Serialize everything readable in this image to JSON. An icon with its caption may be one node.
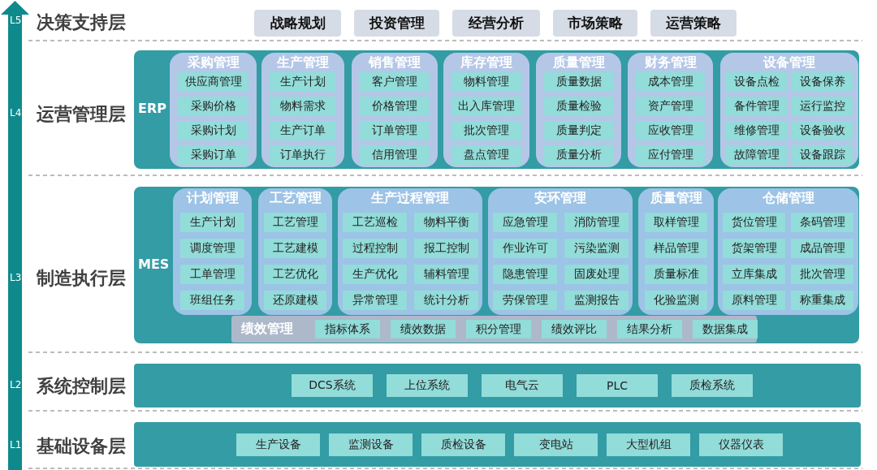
{
  "diagram": {
    "nodes": [
      {
        "text": [
          "战略规划"
        ]
      },
      {
        "text": [
          "投资管理"
        ]
      },
      {
        "text": [
          "经营分析"
        ]
      },
      {
        "text": [
          "市场策略"
        ]
      },
      {
        "text": [
          "运营策略"
        ]
      },
      {
        "text": [
          "ERP"
        ]
      },
      {
        "text": [
          "采购管理"
        ],
        "in": 5
      },
      {
        "text": [
          "供应商管理"
        ],
        "in": 6
      },
      {
        "text": [
          "采购价格"
        ],
        "in": 6
      },
      {
        "text": [
          "采购计划"
        ],
        "in": 6
      },
      {
        "text": [
          "采购订单"
        ],
        "in": 6
      },
      {
        "text": [
          "生产管理"
        ],
        "in": 5
      },
      {
        "text": [
          "生产计划"
        ],
        "in": 11
      },
      {
        "text": [
          "物料需求"
        ],
        "in": 11
      },
      {
        "text": [
          "生产订单"
        ],
        "in": 11
      },
      {
        "text": [
          "订单执行"
        ],
        "in": 11
      },
      {
        "text": [
          "销售管理"
        ],
        "in": 5
      },
      {
        "text": [
          "客户管理"
        ],
        "in": 16
      },
      {
        "text": [
          "价格管理"
        ],
        "in": 16
      },
      {
        "text": [
          "订单管理"
        ],
        "in": 16
      },
      {
        "text": [
          "信用管理"
        ],
        "in": 16
      },
      {
        "text": [
          "库存管理"
        ],
        "in": 5
      },
      {
        "text": [
          "物料管理"
        ],
        "in": 21
      },
      {
        "text": [
          "出入库管理"
        ],
        "in": 21
      },
      {
        "text": [
          "批次管理"
        ],
        "in": 21
      },
      {
        "text": [
          "盘点管理"
        ],
        "in": 21
      },
      {
        "text": [
          "质量管理"
        ],
        "in": 5
      },
      {
        "text": [
          "质量数据"
        ],
        "in": 26
      },
      {
        "text": [
          "质量检验"
        ],
        "in": 26
      },
      {
        "text": [
          "质量判定"
        ],
        "in": 26
      },
      {
        "text": [
          "质量分析"
        ],
        "in": 26
      },
      {
        "text": [
          "财务管理"
        ],
        "in": 5
      },
      {
        "text": [
          "成本管理"
        ],
        "in": 31
      },
      {
        "text": [
          "资产管理"
        ],
        "in": 31
      },
      {
        "text": [
          "应收管理"
        ],
        "in": 31
      },
      {
        "text": [
          "应付管理"
        ],
        "in": 31
      },
      {
        "text": [
          "设备管理"
        ],
        "in": 5
      },
      {
        "text": [
          "设备点检"
        ],
        "in": 36
      },
      {
        "text": [
          "设备保养"
        ],
        "in": 36
      },
      {
        "text": [
          "备件管理"
        ],
        "in": 36
      },
      {
        "text": [
          "运行监控"
        ],
        "in": 36
      },
      {
        "text": [
          "维修管理"
        ],
        "in": 36
      },
      {
        "text": [
          "设备验收"
        ],
        "in": 36
      },
      {
        "text": [
          "故障管理"
        ],
        "in": 36
      },
      {
        "text": [
          "设备跟踪"
        ],
        "in": 36
      },
      {
        "text": [
          "MES"
        ]
      },
      {
        "text": [
          "计划管理"
        ],
        "in": 45
      },
      {
        "text": [
          "生产计划"
        ],
        "in": 46
      },
      {
        "text": [
          "调度管理"
        ],
        "in": 46
      },
      {
        "text": [
          "工单管理"
        ],
        "in": 46
      },
      {
        "text": [
          "班组任务"
        ],
        "in": 46
      },
      {
        "text": [
          "工艺管理"
        ],
        "in": 45
      },
      {
        "text": [
          "工艺管理"
        ],
        "in": 51
      },
      {
        "text": [
          "工艺建模"
        ],
        "in": 51
      },
      {
        "text": [
          "工艺优化"
        ],
        "in": 51
      },
      {
        "text": [
          "还原建模"
        ],
        "in": 51
      },
      {
        "text": [
          "生产过程管理"
        ],
        "in": 45
      },
      {
        "text": [
          "工艺巡检"
        ],
        "in": 56
      },
      {
        "text": [
          "物料平衡"
        ],
        "in": 56
      },
      {
        "text": [
          "过程控制"
        ],
        "in": 56
      },
      {
        "text": [
          "报工控制"
        ],
        "in": 56
      },
      {
        "text": [
          "生产优化"
        ],
        "in": 56
      },
      {
        "text": [
          "辅料管理"
        ],
        "in": 56
      },
      {
        "text": [
          "异常管理"
        ],
        "in": 56
      },
      {
        "text": [
          "统计分析"
        ],
        "in": 56
      },
      {
        "text": [
          "安环管理"
        ],
        "in": 45
      },
      {
        "text": [
          "应急管理"
        ],
        "in": 65
      },
      {
        "text": [
          "消防管理"
        ],
        "in": 65
      },
      {
        "text": [
          "作业许可"
        ],
        "in": 65
      },
      {
        "text": [
          "污染监测"
        ],
        "in": 65
      },
      {
        "text": [
          "隐患管理"
        ],
        "in": 65
      },
      {
        "text": [
          "固废处理"
        ],
        "in": 65
      },
      {
        "text": [
          "劳保管理"
        ],
        "in": 65
      },
      {
        "text": [
          "监测报告"
        ],
        "in": 65
      },
      {
        "text": [
          "质量管理"
        ],
        "in": 45
      },
      {
        "text": [
          "取样管理"
        ],
        "in": 74
      },
      {
        "text": [
          "样品管理"
        ],
        "in": 74
      },
      {
        "text": [
          "质量标准"
        ],
        "in": 74
      },
      {
        "text": [
          "化验监测"
        ],
        "in": 74
      },
      {
        "text": [
          "仓储管理"
        ],
        "in": 45
      },
      {
        "text": [
          "货位管理"
        ],
        "in": 79
      },
      {
        "text": [
          "条码管理"
        ],
        "in": 79
      },
      {
        "text": [
          "货架管理"
        ],
        "in": 79
      },
      {
        "text": [
          "成品管理"
        ],
        "in": 79
      },
      {
        "text": [
          "立库集成"
        ],
        "in": 79
      },
      {
        "text": [
          "批次管理"
        ],
        "in": 79
      },
      {
        "text": [
          "原料管理"
        ],
        "in": 79
      },
      {
        "text": [
          "称重集成"
        ],
        "in": 79
      },
      {
        "text": [
          "绩效管理"
        ],
        "in": 45
      },
      {
        "text": [
          "指标体系"
        ],
        "in": 88
      },
      {
        "text": [
          "绩效数据"
        ],
        "in": 88
      },
      {
        "text": [
          "积分管理"
        ],
        "in": 88
      },
      {
        "text": [
          "绩效评比"
        ],
        "in": 88
      },
      {
        "text": [
          "结果分析"
        ],
        "in": 88
      },
      {
        "text": [
          "数据集成"
        ],
        "in": 88
      },
      {
        "text": [],
        "shape": "box"
      },
      {
        "text": [
          "DCS系统"
        ],
        "in": 95
      },
      {
        "text": [
          "上位系统"
        ],
        "in": 95
      },
      {
        "text": [
          "电气云"
        ],
        "in": 95
      },
      {
        "text": [
          "PLC"
        ],
        "in": 95
      },
      {
        "text": [
          "质检系统"
        ],
        "in": 95
      },
      {
        "text": [],
        "shape": "box"
      },
      {
        "text": [
          "生产设备"
        ],
        "in": 101
      },
      {
        "text": [
          "监测设备"
        ],
        "in": 101
      },
      {
        "text": [
          "质检设备"
        ],
        "in": 101
      },
      {
        "text": [
          "变电站"
        ],
        "in": 101
      },
      {
        "text": [
          "大型机组"
        ],
        "in": 101
      },
      {
        "text": [
          "仪器仪表"
        ],
        "in": 101
      }
    ],
    "labels": [
      "L5",
      "决策支持层",
      "L4",
      "运营管理层",
      "L3",
      "制造执行层",
      "L2",
      "系统控制层",
      "L1",
      "基础设备层"
    ]
  }
}
